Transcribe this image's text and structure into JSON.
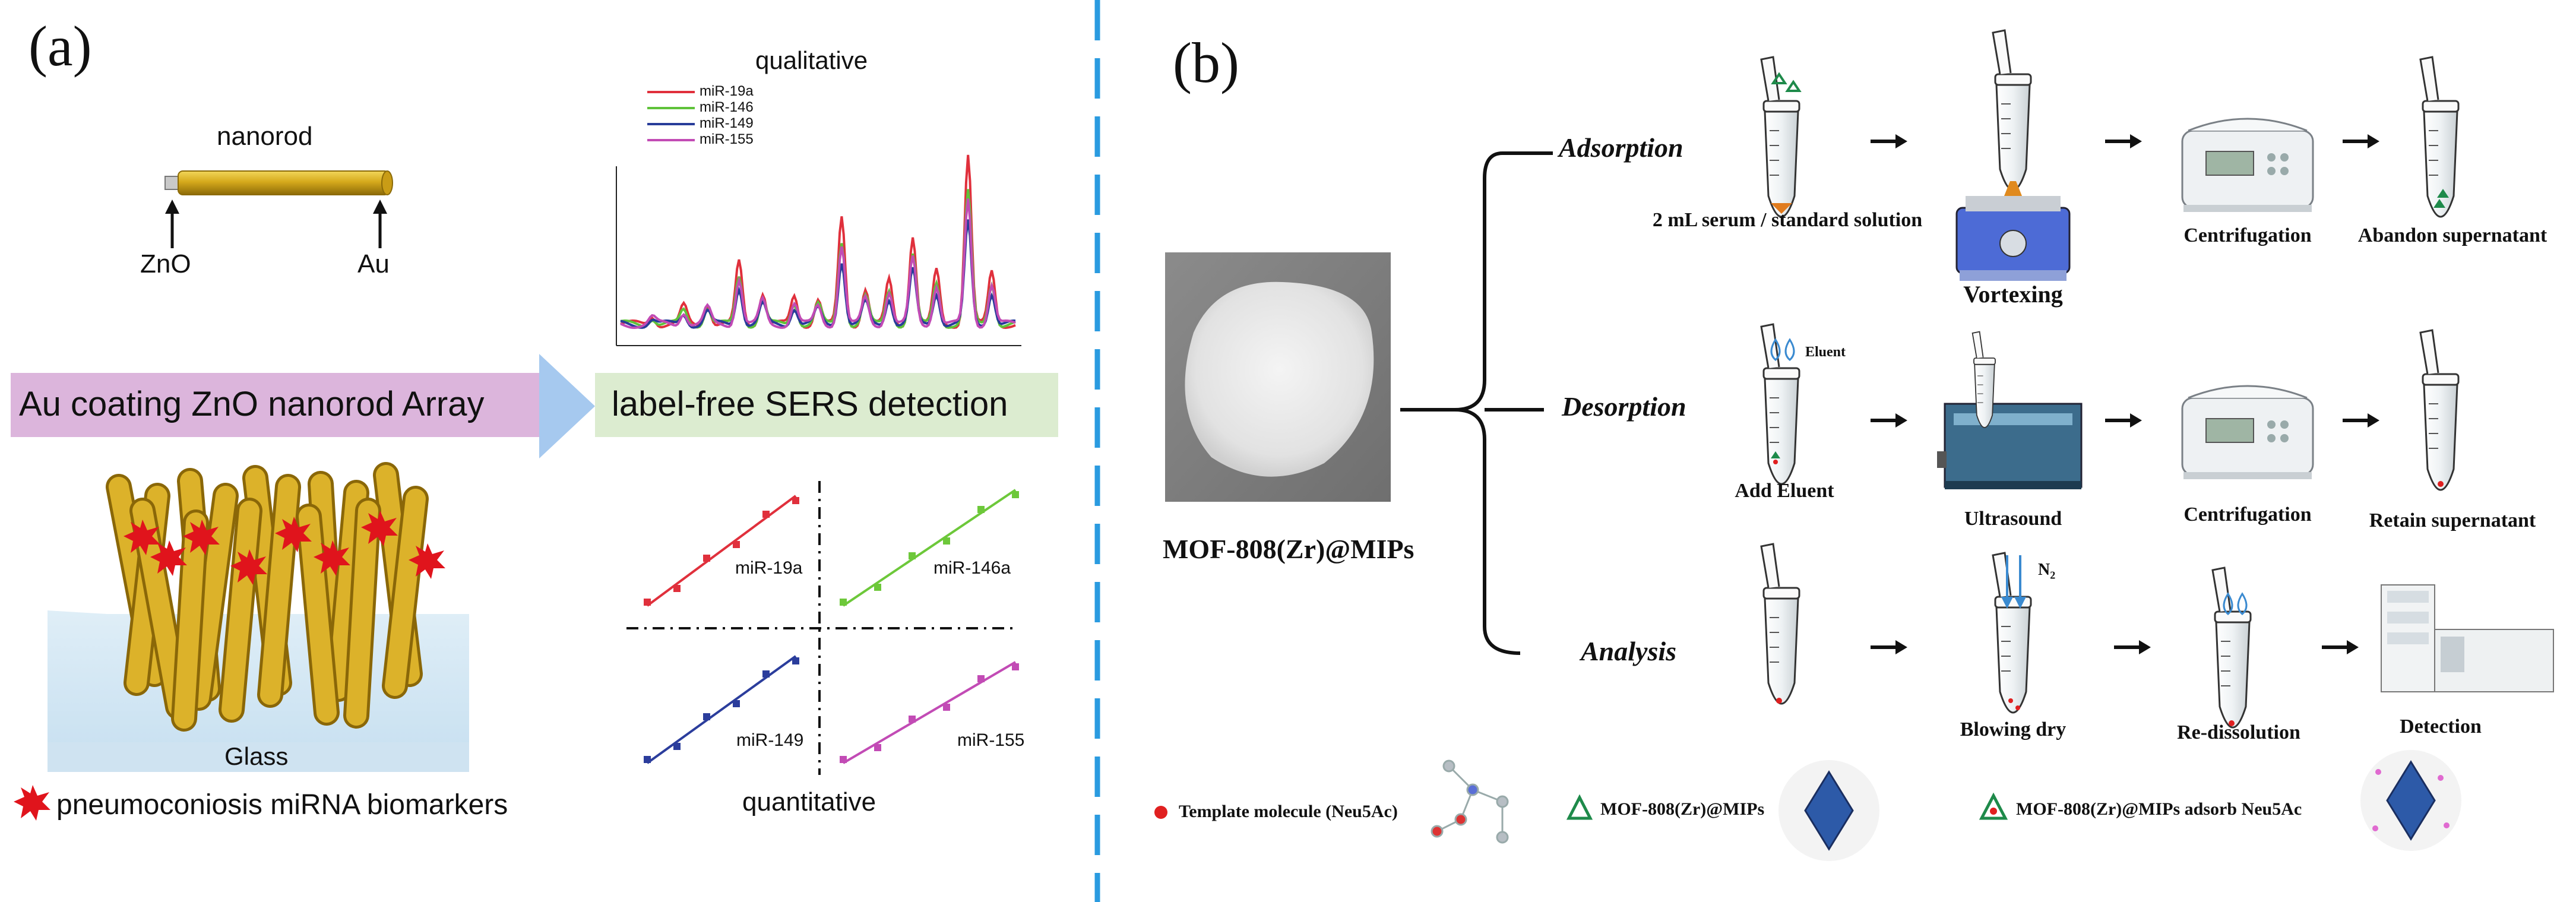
{
  "panel_a": {
    "letter": "(a)",
    "nanorod": {
      "title": "nanorod",
      "left_label": "ZnO",
      "right_label": "Au"
    },
    "banner_left": "Au coating ZnO nanorod Array",
    "banner_right": "label-free SERS detection",
    "glass_label": "Glass",
    "legend_text": "pneumoconiosis miRNA biomarkers",
    "spectra": {
      "title": "qualitative",
      "series": [
        {
          "name": "miR-19a",
          "color": "#e0303c"
        },
        {
          "name": "miR-146",
          "color": "#5fc23a"
        },
        {
          "name": "miR-149",
          "color": "#283c9a"
        },
        {
          "name": "miR-155",
          "color": "#c24bb5"
        }
      ]
    },
    "calibration": {
      "title": "quantitative",
      "plots": [
        {
          "label": "miR-19a",
          "color": "#e0303c"
        },
        {
          "label": "miR-146a",
          "color": "#6dc83a"
        },
        {
          "label": "miR-149",
          "color": "#2b3d9c"
        },
        {
          "label": "miR-155",
          "color": "#c24bb5"
        }
      ]
    }
  },
  "panel_b": {
    "letter": "(b)",
    "material_label": "MOF-808(Zr)@MIPs",
    "rows": [
      {
        "stage": "Adsorption",
        "steps": [
          "2 mL serum / standard solution",
          "Vortexing",
          "Centrifugation",
          "Abandon supernatant"
        ]
      },
      {
        "stage": "Desorption",
        "eluent_tag": "Eluent",
        "steps": [
          "Add Eluent",
          "Ultrasound",
          "Centrifugation",
          "Retain supernatant"
        ]
      },
      {
        "stage": "Analysis",
        "n2_tag": "N",
        "n2_sub": "2",
        "steps": [
          "",
          "Blowing dry",
          "Re-dissolution",
          "Detection"
        ]
      }
    ],
    "legend": [
      {
        "text": "Template molecule (Neu5Ac)",
        "icon": "red-dot"
      },
      {
        "text": "MOF-808(Zr)@MIPs",
        "icon": "green-triangle"
      },
      {
        "text": "MOF-808(Zr)@MIPs adsorb Neu5Ac",
        "icon": "triangle-with-dot"
      }
    ],
    "colors": {
      "divider": "#2a9be0",
      "template": "#e02020",
      "mof": "#1e8a4a"
    }
  }
}
